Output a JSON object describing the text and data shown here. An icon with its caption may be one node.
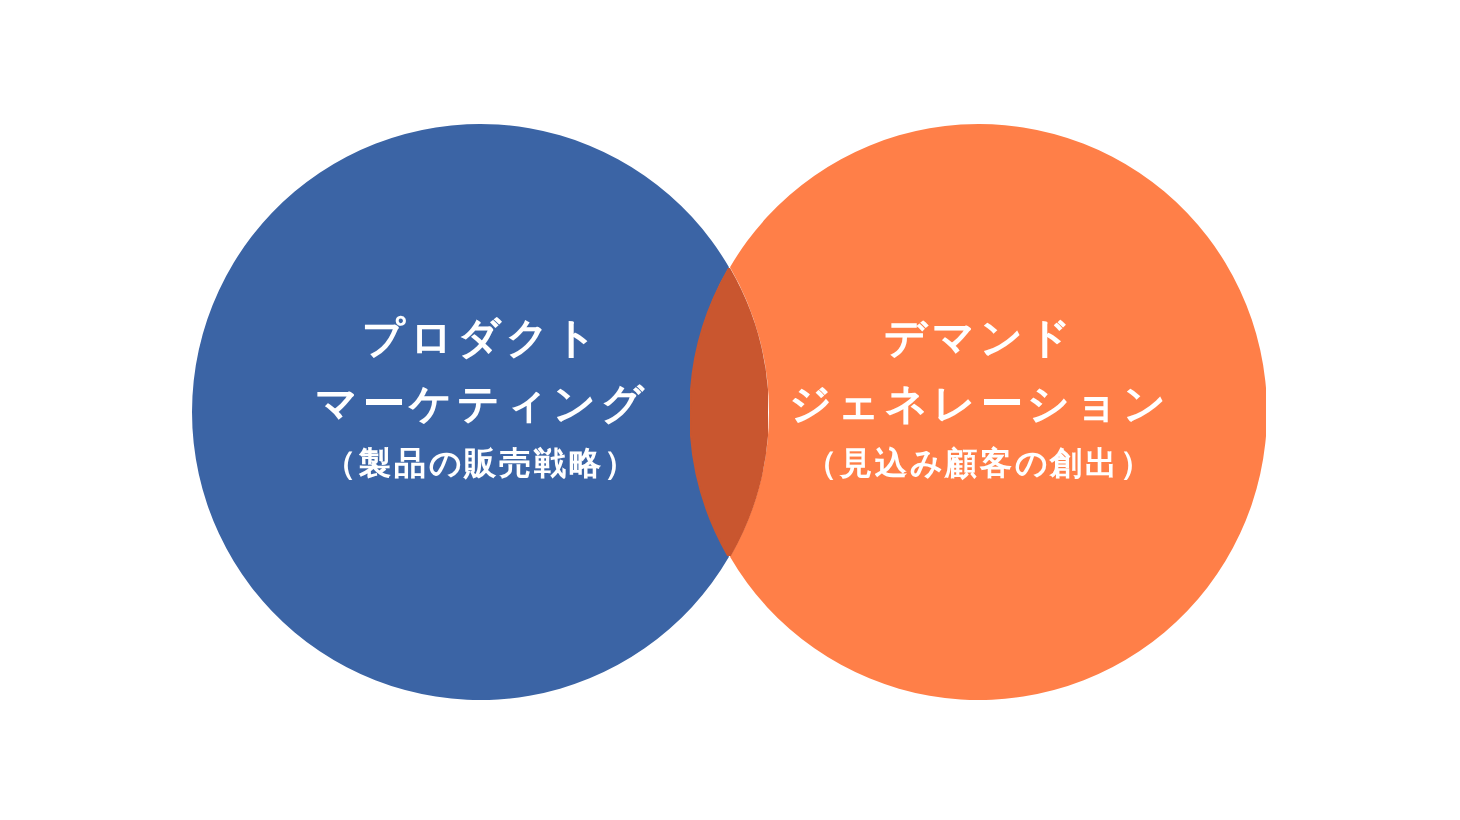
{
  "diagram": {
    "nodes": [
      {
        "text": [
          "プロダクトマーケティング",
          "（製品の販売戦略）"
        ]
      },
      {
        "text": [
          "デマンドジェネレーション",
          "（見込み顧客の創出）"
        ]
      },
      {
        "text": [],
        "shape": "lens"
      }
    ]
  }
}
